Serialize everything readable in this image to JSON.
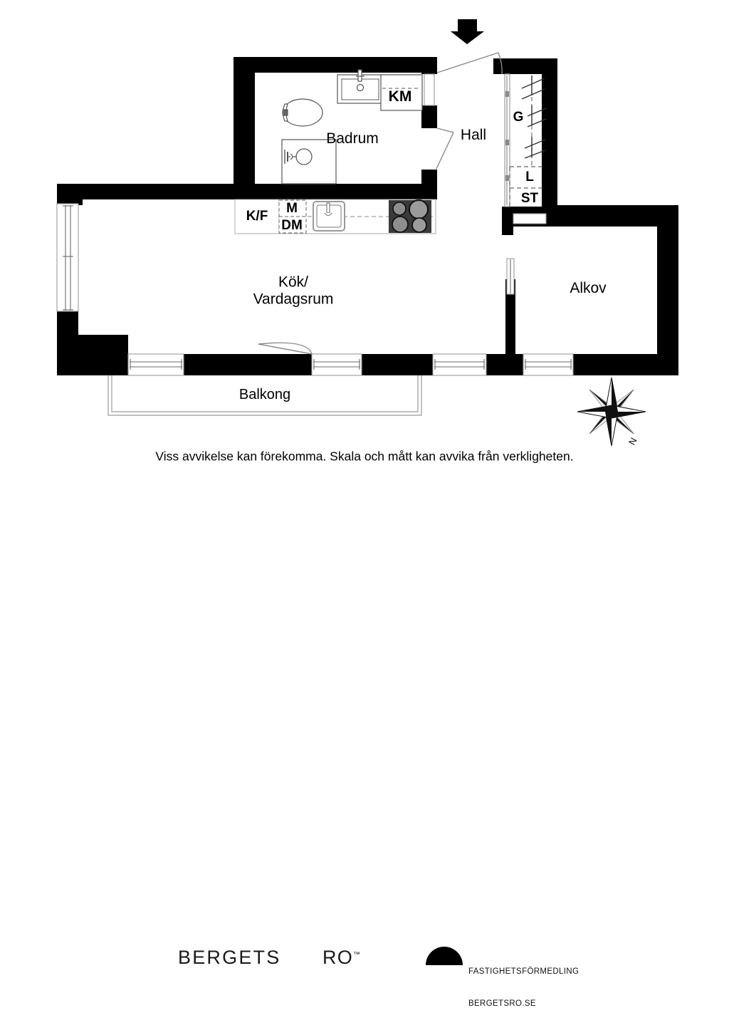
{
  "document": {
    "type": "floor-plan",
    "disclaimer": "Viss avvikelse kan förekomma. Skala och mått kan avvika från verkligheten."
  },
  "colors": {
    "wall": "#000000",
    "background": "#ffffff",
    "fixture_line": "#555555",
    "dashed": "#777777",
    "stove": "#3a3a3a",
    "burner": "#8e8e8e"
  },
  "rooms": [
    {
      "id": "badrum",
      "label": "Badrum"
    },
    {
      "id": "hall",
      "label": "Hall"
    },
    {
      "id": "kok",
      "label": "Kök/\nVardagsrum"
    },
    {
      "id": "alkov",
      "label": "Alkov"
    },
    {
      "id": "balkong",
      "label": "Balkong"
    }
  ],
  "fixtures": [
    {
      "id": "km",
      "label": "KM",
      "meaning": "washing-machine"
    },
    {
      "id": "kf",
      "label": "K/F",
      "meaning": "fridge-freezer"
    },
    {
      "id": "m",
      "label": "M",
      "meaning": "microwave"
    },
    {
      "id": "dm",
      "label": "DM",
      "meaning": "dishwasher"
    },
    {
      "id": "g",
      "label": "G",
      "meaning": "wardrobe"
    },
    {
      "id": "l",
      "label": "L",
      "meaning": "linen-closet"
    },
    {
      "id": "st",
      "label": "ST",
      "meaning": "storage-closet"
    }
  ],
  "icons": {
    "entrance_arrow": "down-arrow",
    "compass": "compass-rose",
    "compass_label": "N",
    "sink": "sink-icon",
    "toilet": "toilet-icon",
    "shower": "shower-icon",
    "kitchen_sink": "kitchen-sink-icon",
    "stove": "stove-icon"
  },
  "footer": {
    "brand_primary": "BERGETS",
    "brand_secondary": "RO",
    "brand_trademark": "™",
    "logo_line1": "FASTIGHETSFÖRMEDLING",
    "logo_line2": "BERGETSRO.SE"
  }
}
